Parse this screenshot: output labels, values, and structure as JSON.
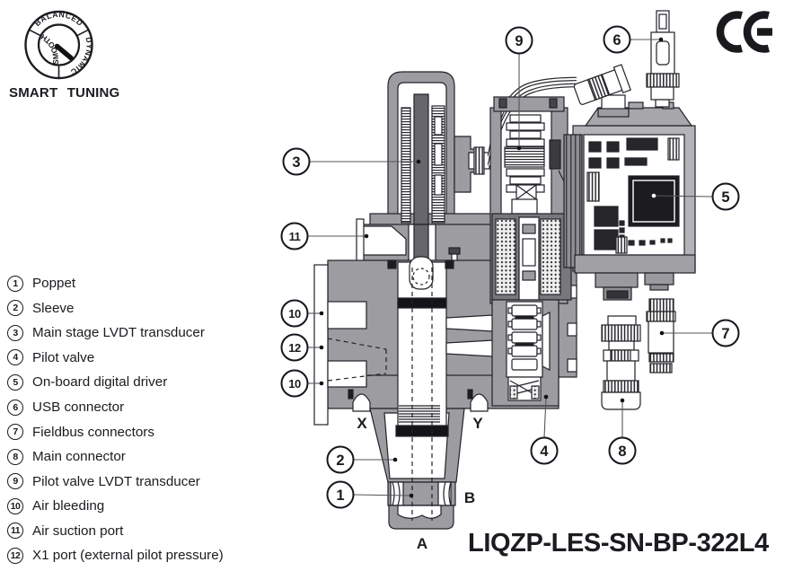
{
  "smart_tuning": {
    "label": "SMART TUNING",
    "segments": [
      "BALANCED",
      "DYNAMIC",
      "SMOOTH"
    ]
  },
  "ce_mark": "CE",
  "legend": {
    "items": [
      {
        "num": "1",
        "label": "Poppet"
      },
      {
        "num": "2",
        "label": "Sleeve"
      },
      {
        "num": "3",
        "label": "Main stage LVDT transducer"
      },
      {
        "num": "4",
        "label": "Pilot valve"
      },
      {
        "num": "5",
        "label": "On-board digital driver"
      },
      {
        "num": "6",
        "label": "USB connector"
      },
      {
        "num": "7",
        "label": "Fieldbus connectors"
      },
      {
        "num": "8",
        "label": "Main connector"
      },
      {
        "num": "9",
        "label": "Pilot valve LVDT transducer"
      },
      {
        "num": "10",
        "label": "Air bleeding"
      },
      {
        "num": "11",
        "label": "Air suction port"
      },
      {
        "num": "12",
        "label": "X1 port (external pilot pressure)"
      }
    ]
  },
  "diagram": {
    "callout_numbers": [
      "1",
      "2",
      "3",
      "4",
      "5",
      "6",
      "7",
      "8",
      "9",
      "10",
      "11",
      "12"
    ],
    "port_labels": {
      "x": "X",
      "y": "Y",
      "a": "A",
      "b": "B"
    }
  },
  "product_code": "LIQZP-LES-SN-BP-322L4",
  "colors": {
    "metal_gray": "#9c9ca1",
    "dark_gray": "#66666c",
    "line": "#1b1b20",
    "background": "#ffffff"
  }
}
